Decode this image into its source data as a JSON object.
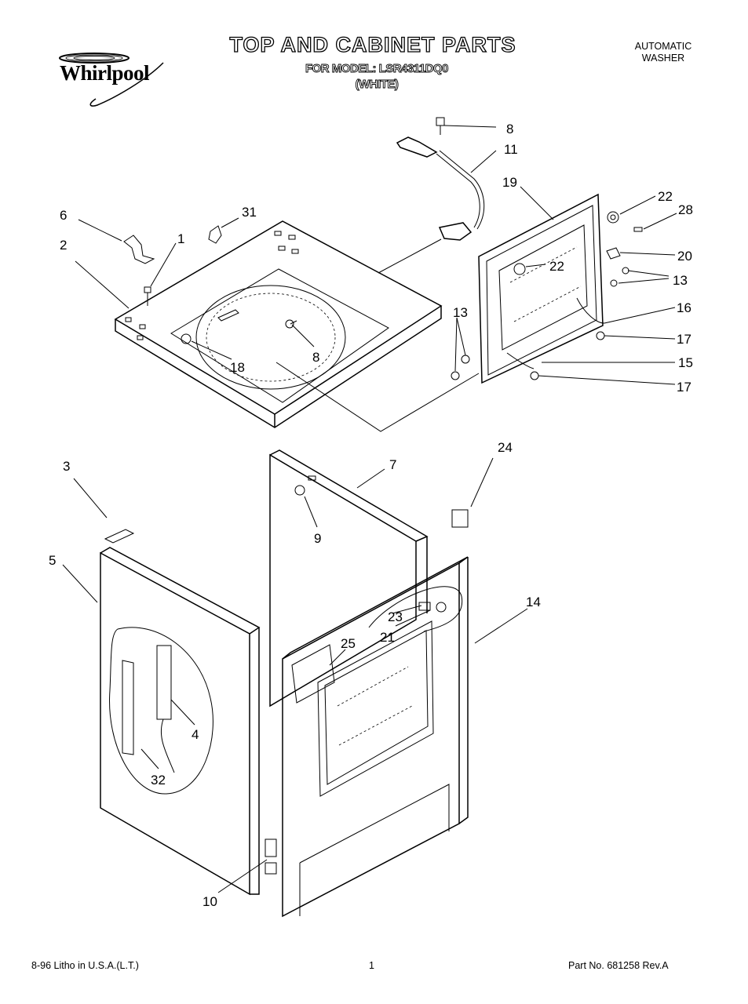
{
  "header": {
    "brand": "Whirlpool",
    "title": "TOP AND CABINET PARTS",
    "model_line": "FOR MODEL: LSR4311DQ0",
    "color_line": "(WHITE)",
    "product_line1": "AUTOMATIC",
    "product_line2": "WASHER"
  },
  "callouts": {
    "c1": "1",
    "c2": "2",
    "c3": "3",
    "c4": "4",
    "c5": "5",
    "c6": "6",
    "c7": "7",
    "c8a": "8",
    "c8b": "8",
    "c9": "9",
    "c10": "10",
    "c11": "11",
    "c13a": "13",
    "c13b": "13",
    "c14": "14",
    "c15": "15",
    "c16": "16",
    "c17a": "17",
    "c17b": "17",
    "c18": "18",
    "c19": "19",
    "c20": "20",
    "c21": "21",
    "c22a": "22",
    "c22b": "22",
    "c23": "23",
    "c24": "24",
    "c25": "25",
    "c28": "28",
    "c31": "31",
    "c32": "32"
  },
  "footer": {
    "litho": "8-96 Litho in U.S.A.(L.T.)",
    "page": "1",
    "part_no": "Part No. 681258 Rev.A"
  }
}
